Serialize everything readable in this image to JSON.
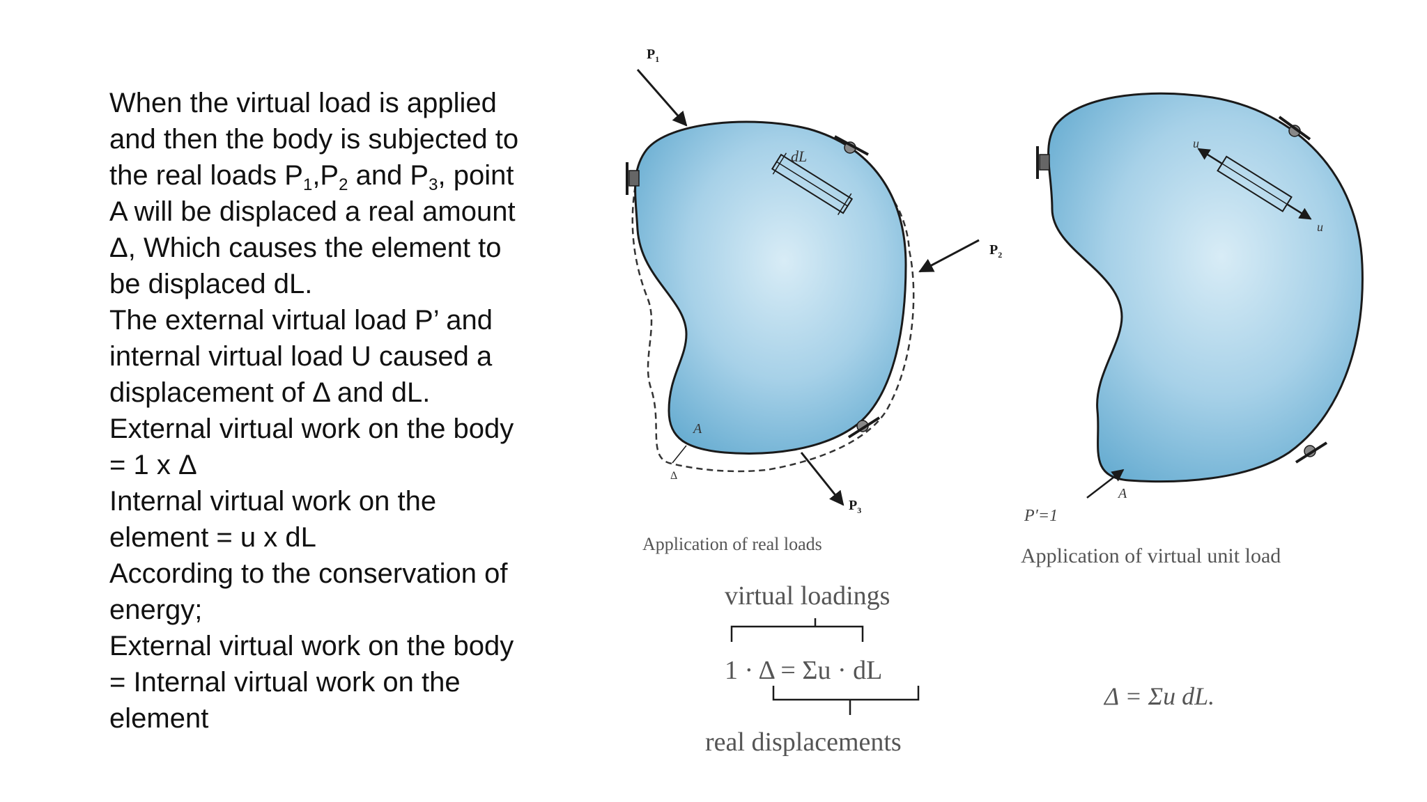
{
  "text": {
    "line1": "When the virtual load is applied",
    "line2": "and then the body is subjected to",
    "line3_a": "the real loads P",
    "line3_sub1": "1",
    "line3_b": ",P",
    "line3_sub2": "2",
    "line3_c": " and P",
    "line3_sub3": "3",
    "line3_d": ", point",
    "line4": "A will be displaced a real amount",
    "line5": "Δ, Which causes the element to",
    "line6": "be displaced dL.",
    "line7": "The external virtual load P’ and",
    "line8": "internal virtual load U caused a",
    "line9": "displacement of Δ and dL.",
    "line10": "External virtual work on the body",
    "line11": "= 1 x Δ",
    "line12": "Internal virtual work on the",
    "line13": "element   = u x dL",
    "line14": "According to the conservation of",
    "line15": "energy;",
    "line16": " External virtual work on the body",
    "line17": "= Internal virtual work on the",
    "line18": "element"
  },
  "figure_left": {
    "caption": "Application of real loads",
    "load1": "P",
    "load1_sub": "1",
    "load2": "P",
    "load2_sub": "2",
    "load3": "P",
    "load3_sub": "3",
    "element_label": "dL",
    "point_label": "A",
    "displacement_label": "Δ"
  },
  "figure_right": {
    "caption": "Application of virtual unit load",
    "force_label": "P′=1",
    "internal_label_1": "u",
    "internal_label_2": "u",
    "point_label": "A"
  },
  "equation_left": {
    "top_label": "virtual loadings",
    "equation": "1 · Δ  =  Σu · dL",
    "bottom_label": "real displacements"
  },
  "equation_right": {
    "equation": "Δ  =  Σu dL."
  },
  "colors": {
    "body_fill_center": "#d8ecf6",
    "body_fill_edge": "#6aaed2",
    "outline": "#1a1a1a",
    "caption_text": "#555555"
  }
}
